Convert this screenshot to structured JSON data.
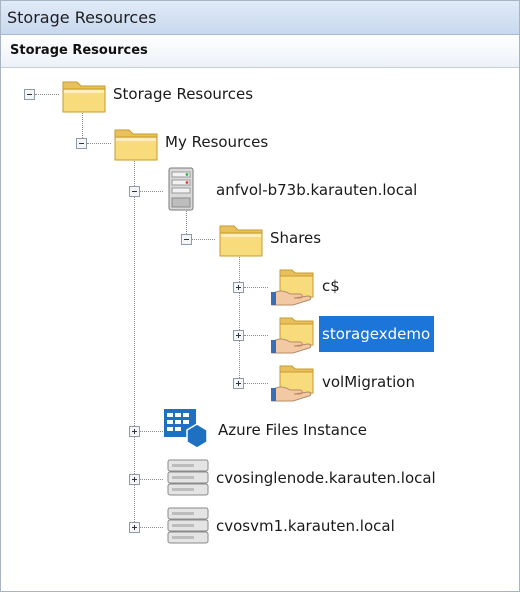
{
  "window": {
    "title": "Storage Resources"
  },
  "panel": {
    "header": "Storage Resources"
  },
  "tree": {
    "root": "Storage Resources",
    "my_resources": "My Resources",
    "server1": "anfvol-b73b.karauten.local",
    "shares": "Shares",
    "share_c": "c$",
    "share_storagexdemo": "storagexdemo",
    "share_volmigration": "volMigration",
    "azure": "Azure Files Instance",
    "server2": "cvosinglenode.karauten.local",
    "server3": "cvosvm1.karauten.local"
  },
  "colors": {
    "selection": "#1c75d8",
    "title_bar": "#c8d8ee",
    "folder": "#f7d774",
    "azure_blue": "#1f70c1"
  },
  "icons": {
    "folder": "folder-icon",
    "server": "server-icon",
    "shared_folder": "shared-folder-icon",
    "azure_files": "azure-files-icon"
  }
}
